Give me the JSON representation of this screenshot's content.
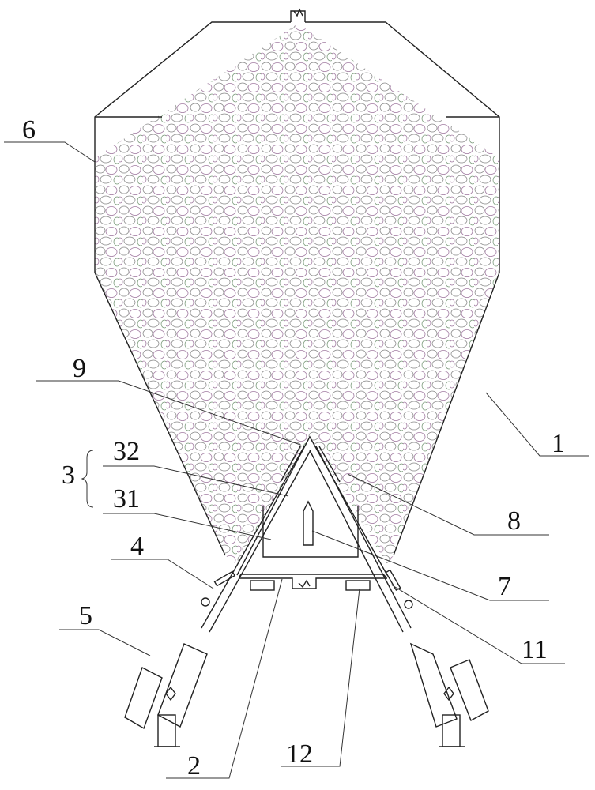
{
  "figure": {
    "labels": {
      "l1": "1",
      "l2": "2",
      "l3": "3",
      "l31": "31",
      "l32": "32",
      "l4": "4",
      "l5": "5",
      "l6": "6",
      "l7": "7",
      "l8": "8",
      "l9": "9",
      "l11": "11",
      "l12": "12"
    },
    "colors": {
      "line": "#222222",
      "pebble": "#8a8a8a",
      "pebble_tint": "#b88ab8"
    }
  }
}
